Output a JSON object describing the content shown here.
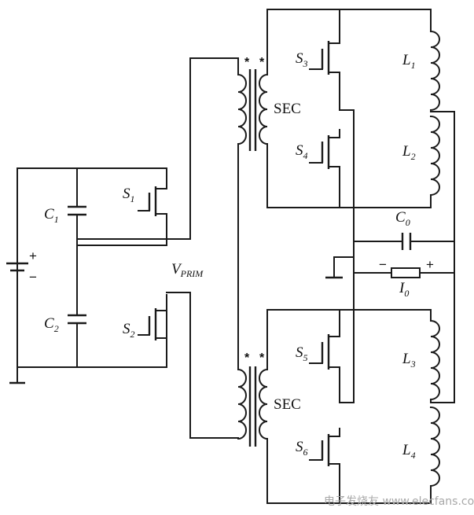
{
  "labels": {
    "c1": {
      "main": "C",
      "sub": "1"
    },
    "c2": {
      "main": "C",
      "sub": "2"
    },
    "s1": {
      "main": "S",
      "sub": "1"
    },
    "s2": {
      "main": "S",
      "sub": "2"
    },
    "s3": {
      "main": "S",
      "sub": "3"
    },
    "s4": {
      "main": "S",
      "sub": "4"
    },
    "s5": {
      "main": "S",
      "sub": "5"
    },
    "s6": {
      "main": "S",
      "sub": "6"
    },
    "l1": {
      "main": "L",
      "sub": "1"
    },
    "l2": {
      "main": "L",
      "sub": "2"
    },
    "l3": {
      "main": "L",
      "sub": "3"
    },
    "l4": {
      "main": "L",
      "sub": "4"
    },
    "c0": {
      "main": "C",
      "sub": "0"
    },
    "i0": {
      "main": "I",
      "sub": "0"
    },
    "vprim": {
      "main": "V",
      "sub": "PRIM"
    },
    "sec_top": "SEC",
    "sec_bottom": "SEC"
  },
  "symbols": {
    "battery_plus": "+",
    "battery_minus": "−",
    "load_minus": "−",
    "load_plus": "+",
    "dot_marker": "*"
  },
  "watermark": "电子发烧友 www.elecfans.com"
}
